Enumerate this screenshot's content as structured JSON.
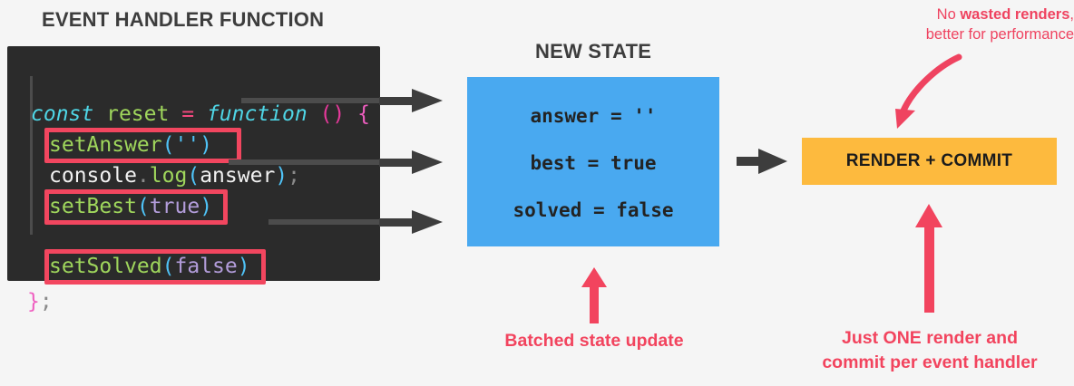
{
  "headings": {
    "event_handler": "EVENT HANDLER FUNCTION",
    "new_state": "NEW STATE"
  },
  "code": {
    "language": "javascript",
    "background_color": "#2b2b2b",
    "lines": [
      {
        "id": "line-1",
        "text": "const reset = function () {"
      },
      {
        "id": "line-2",
        "text": "setAnswer('')",
        "highlighted": true
      },
      {
        "id": "line-3",
        "text": "console.log(answer);",
        "highlighted": false
      },
      {
        "id": "line-4",
        "text": "setBest(true)",
        "highlighted": true
      },
      {
        "id": "line-5",
        "text": "setSolved(false)",
        "highlighted": true
      },
      {
        "id": "line-6",
        "text": "};"
      }
    ],
    "tokens": {
      "const": "const",
      "space": " ",
      "reset": "reset",
      "equals": "=",
      "function": "function",
      "parens": "()",
      "open_brace": "{",
      "setAnswer": "setAnswer",
      "empty_string_args": "('')",
      "console": "console",
      "dot": ".",
      "log": "log",
      "open_paren": "(",
      "answer": "answer",
      "close_paren": ")",
      "semicolon": ";",
      "setBest": "setBest",
      "true_arg_open": "(",
      "true_val": "true",
      "true_arg_close": ")",
      "setSolved": "setSolved",
      "false_arg_open": "(",
      "false_val": "false",
      "false_arg_close": ")",
      "close_brace": "}",
      "end_semicolon": ";"
    },
    "highlight_color": "#f2465f"
  },
  "state_box": {
    "background_color": "#49a9f0",
    "lines": [
      "answer = ''",
      "best = true",
      "solved = false"
    ]
  },
  "render_box": {
    "label": "RENDER + COMMIT",
    "background_color": "#fdba3e",
    "text_color": "#1c1c1c"
  },
  "annotations": {
    "no_wasted_renders": {
      "prefix": "No ",
      "bold": "wasted renders",
      "suffix": ",",
      "line2": "better for performance",
      "color": "#ef4360"
    },
    "batched_state_update": "Batched state update",
    "just_one_render_line1": "Just ONE render and",
    "just_one_render_line2": "commit per event handler",
    "accent_color": "#f2445e"
  },
  "colors": {
    "page_background": "#f5f5f5",
    "arrow_dark": "#3d3d3d",
    "arrow_dark_dim": "#4c4c4c",
    "red": "#f2445e",
    "blue": "#49a9f0",
    "orange": "#fdba3e"
  }
}
